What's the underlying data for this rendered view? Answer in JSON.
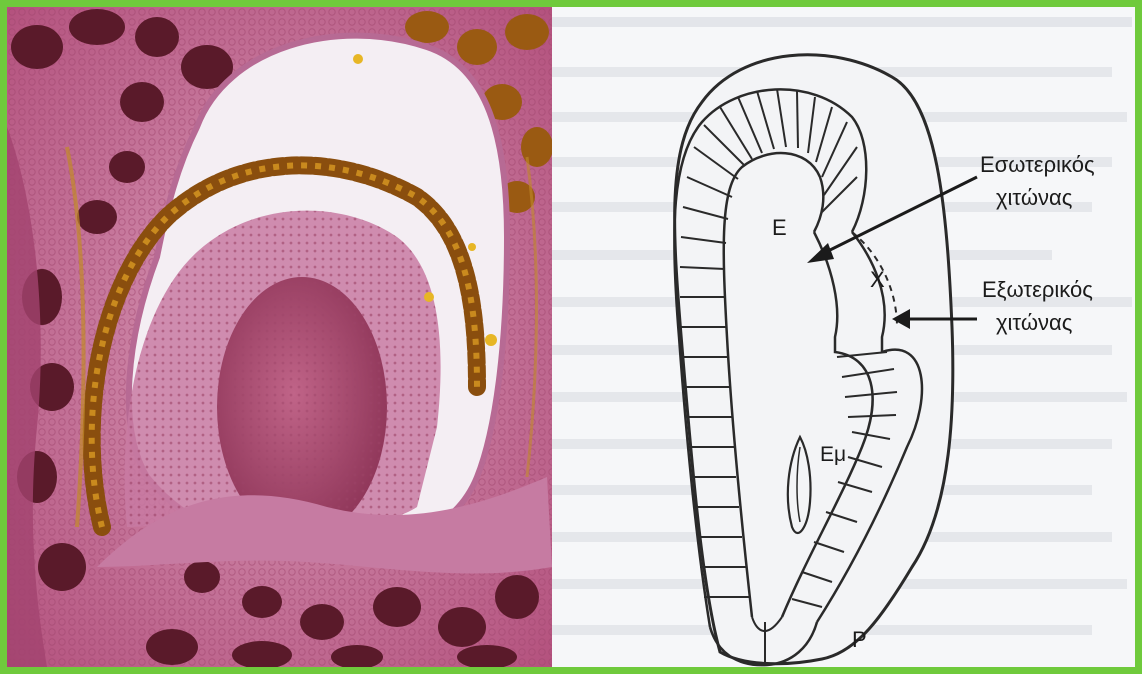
{
  "labels": {
    "endosperm": "E",
    "chalaza": "X",
    "embryo": "Εμ",
    "radicle": "P",
    "inner_integument_line1": "Εσωτερικός",
    "inner_integument_line2": "χιτώνας",
    "outer_integument_line1": "Εξωτερικός",
    "outer_integument_line2": "χιτώνας"
  },
  "colors": {
    "frame_border": "#6fca3c",
    "micrograph_tissue": "#b4527e",
    "micrograph_dark_cells": "#5a1a2a",
    "micrograph_brown_layer": "#9a5a12",
    "diagram_ink": "#2a2a2a",
    "background_text_ghost": "#c9ccd3"
  },
  "icons": {
    "micrograph": "ovule-section-micrograph",
    "arrow": "pointer-arrow"
  }
}
